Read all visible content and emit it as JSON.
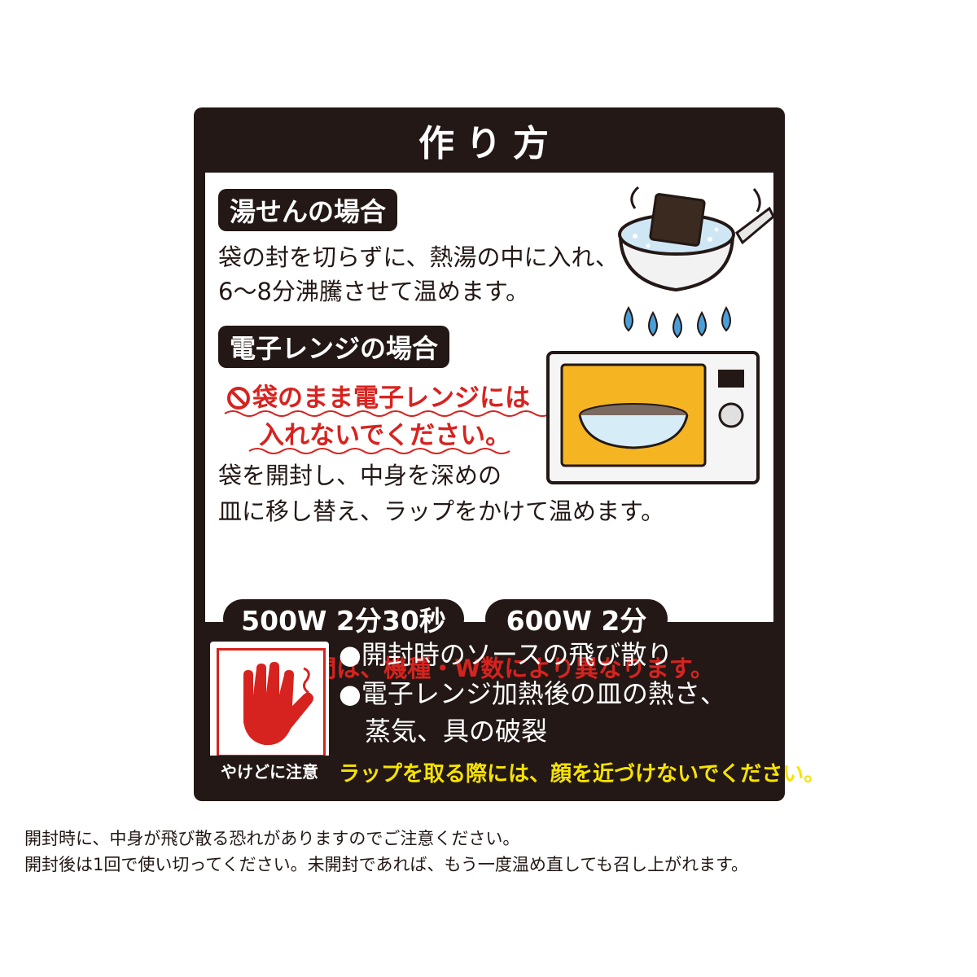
{
  "title": "作り方",
  "boiling": {
    "heading": "湯せんの場合",
    "line1": "袋の封を切らずに、熱湯の中に入れ、",
    "line2": "6～8分沸騰させて温めます。"
  },
  "microwave": {
    "heading": "電子レンジの場合",
    "warning_line1": "袋のまま電子レンジには",
    "warning_line2": "入れないでください。",
    "line1": "袋を開封し、中身を深めの",
    "line2": "皿に移し替え、ラップをかけて温めます。",
    "time_500": "500W 2分30秒",
    "time_600": "600W 2分",
    "note": "●加熱時間は、機種・W数により異なります。"
  },
  "caution": {
    "badge_label": "やけどに注意",
    "item1": "●開封時のソースの飛び散り",
    "item2_line1": "●電子レンジ加熱後の皿の熱さ、",
    "item2_line2": "蒸気、具の破裂",
    "yellow_note": "ラップを取る際には、顔を近づけないでください。"
  },
  "footer": {
    "line1": "開封時に、中身が飛び散る恐れがありますのでご注意ください。",
    "line2": "開封後は1回で使い切ってください。未開封であれば、もう一度温め直しても召し上がれます。"
  },
  "colors": {
    "dark": "#231815",
    "red": "#d7231f",
    "yellow": "#f7e300",
    "microwave_window": "#f5b522",
    "flame": "#4a9fd8"
  },
  "icons": [
    "pot-icon",
    "microwave-icon",
    "prohibited-icon",
    "hand-burn-icon"
  ]
}
